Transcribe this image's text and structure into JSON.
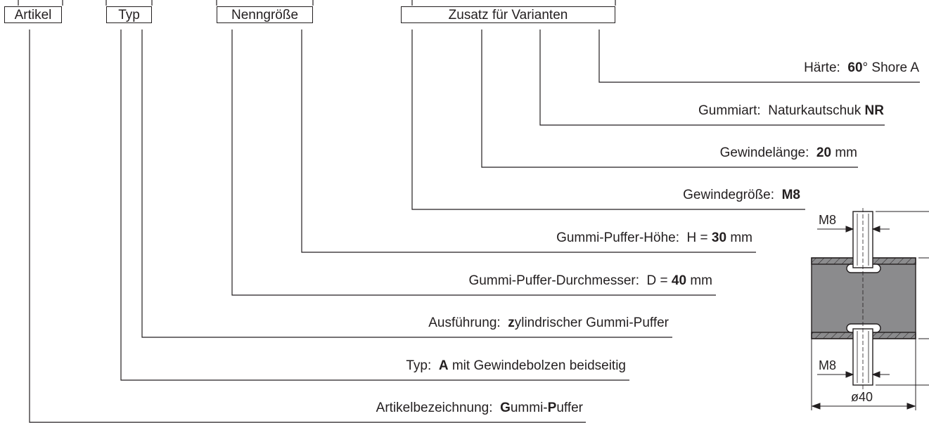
{
  "header": {
    "artikel": "Artikel",
    "typ": "Typ",
    "nenngroesse": "Nenngröße",
    "zusatz": "Zusatz für Varianten"
  },
  "labels": {
    "haerte": {
      "prefix": "Härte:  ",
      "bold": "60",
      "suffix": "° Shore A"
    },
    "gummiart": {
      "prefix": "Gummiart:  Naturkautschuk ",
      "bold": "NR",
      "suffix": ""
    },
    "gewindelaenge": {
      "prefix": "Gewindelänge:  ",
      "bold": "20",
      "suffix": " mm"
    },
    "gewindegroesse": {
      "prefix": "Gewindegröße:  ",
      "bold": "M8",
      "suffix": ""
    },
    "hoehe": {
      "prefix": "Gummi-Puffer-Höhe:  H = ",
      "bold": "30",
      "suffix": " mm"
    },
    "durchmesser": {
      "prefix": "Gummi-Puffer-Durchmesser:  D = ",
      "bold": "40",
      "suffix": " mm"
    },
    "ausfuehrung": {
      "prefix": "Ausführung:  ",
      "bold": "z",
      "suffix": "ylindrischer Gummi-Puffer"
    },
    "typ": {
      "prefix": "Typ:  ",
      "bold": "A",
      "suffix": " mit Gewindebolzen beidseitig"
    },
    "artikelbezeichnung": {
      "prefix": "Artikelbezeichnung:  ",
      "bold": "G",
      "mid": "ummi-",
      "bold2": "P",
      "suffix": "uffer"
    }
  },
  "drawing": {
    "thread_top": "M8",
    "thread_bottom": "M8",
    "diameter": "ø40"
  }
}
